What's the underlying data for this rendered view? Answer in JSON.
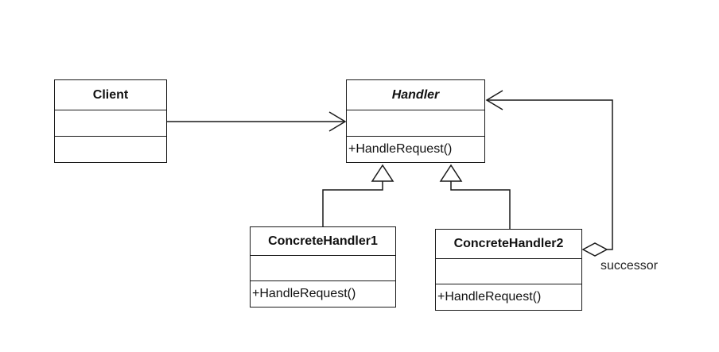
{
  "classes": {
    "client": {
      "name": "Client",
      "operations": ""
    },
    "handler": {
      "name": "Handler",
      "abstract": true,
      "operations": "+HandleRequest()"
    },
    "concrete_handler_1": {
      "name": "ConcreteHandler1",
      "operations": "+HandleRequest()"
    },
    "concrete_handler_2": {
      "name": "ConcreteHandler2",
      "operations": "+HandleRequest()"
    }
  },
  "relations": {
    "client_to_handler": "association",
    "concrete_handler_1_to_handler": "generalization",
    "concrete_handler_2_to_handler": "generalization",
    "successor": {
      "type": "aggregation",
      "label": "successor"
    }
  },
  "colors": {
    "line": "#1a1a1a",
    "background": "#ffffff"
  }
}
